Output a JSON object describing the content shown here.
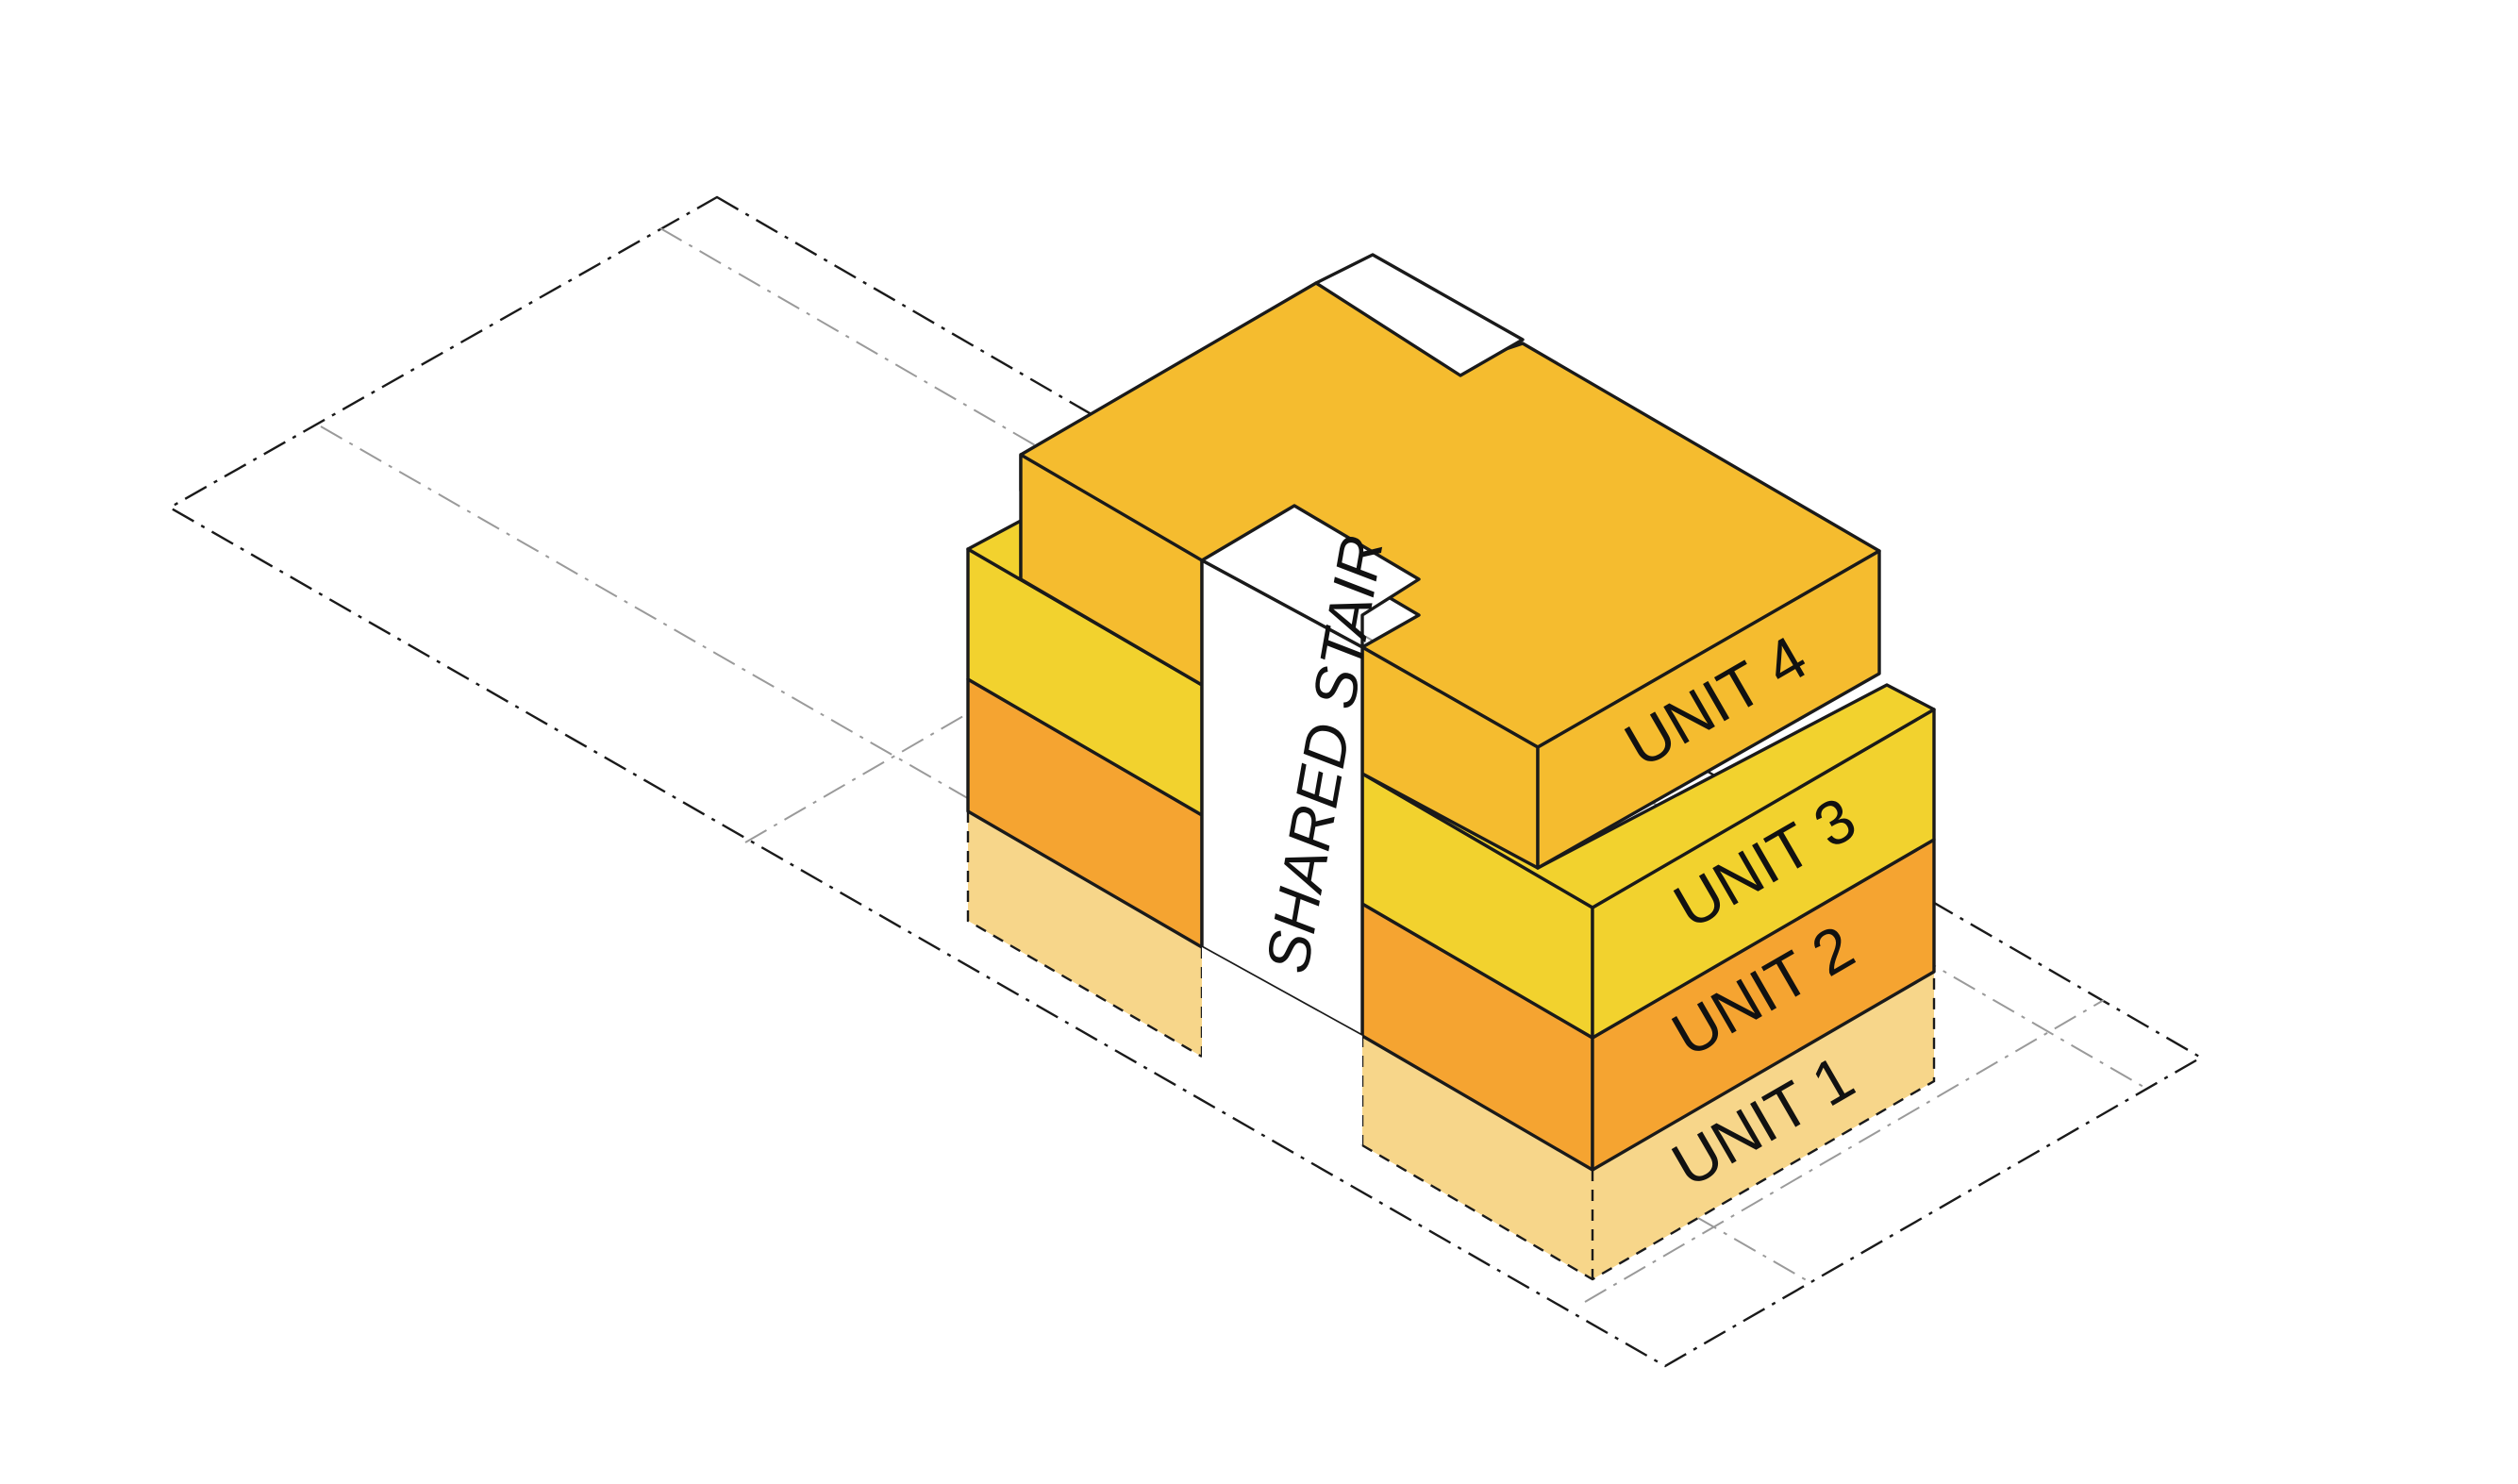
{
  "units": [
    {
      "label": "UNIT 1",
      "color": "#F7D68A"
    },
    {
      "label": "UNIT 2",
      "color": "#F5A431"
    },
    {
      "label": "UNIT 3",
      "color": "#F2D22E"
    },
    {
      "label": "UNIT 4",
      "color": "#F5BC2F"
    }
  ],
  "stair": {
    "label": "SHARED STAIR",
    "color": "#FFFFFF"
  }
}
